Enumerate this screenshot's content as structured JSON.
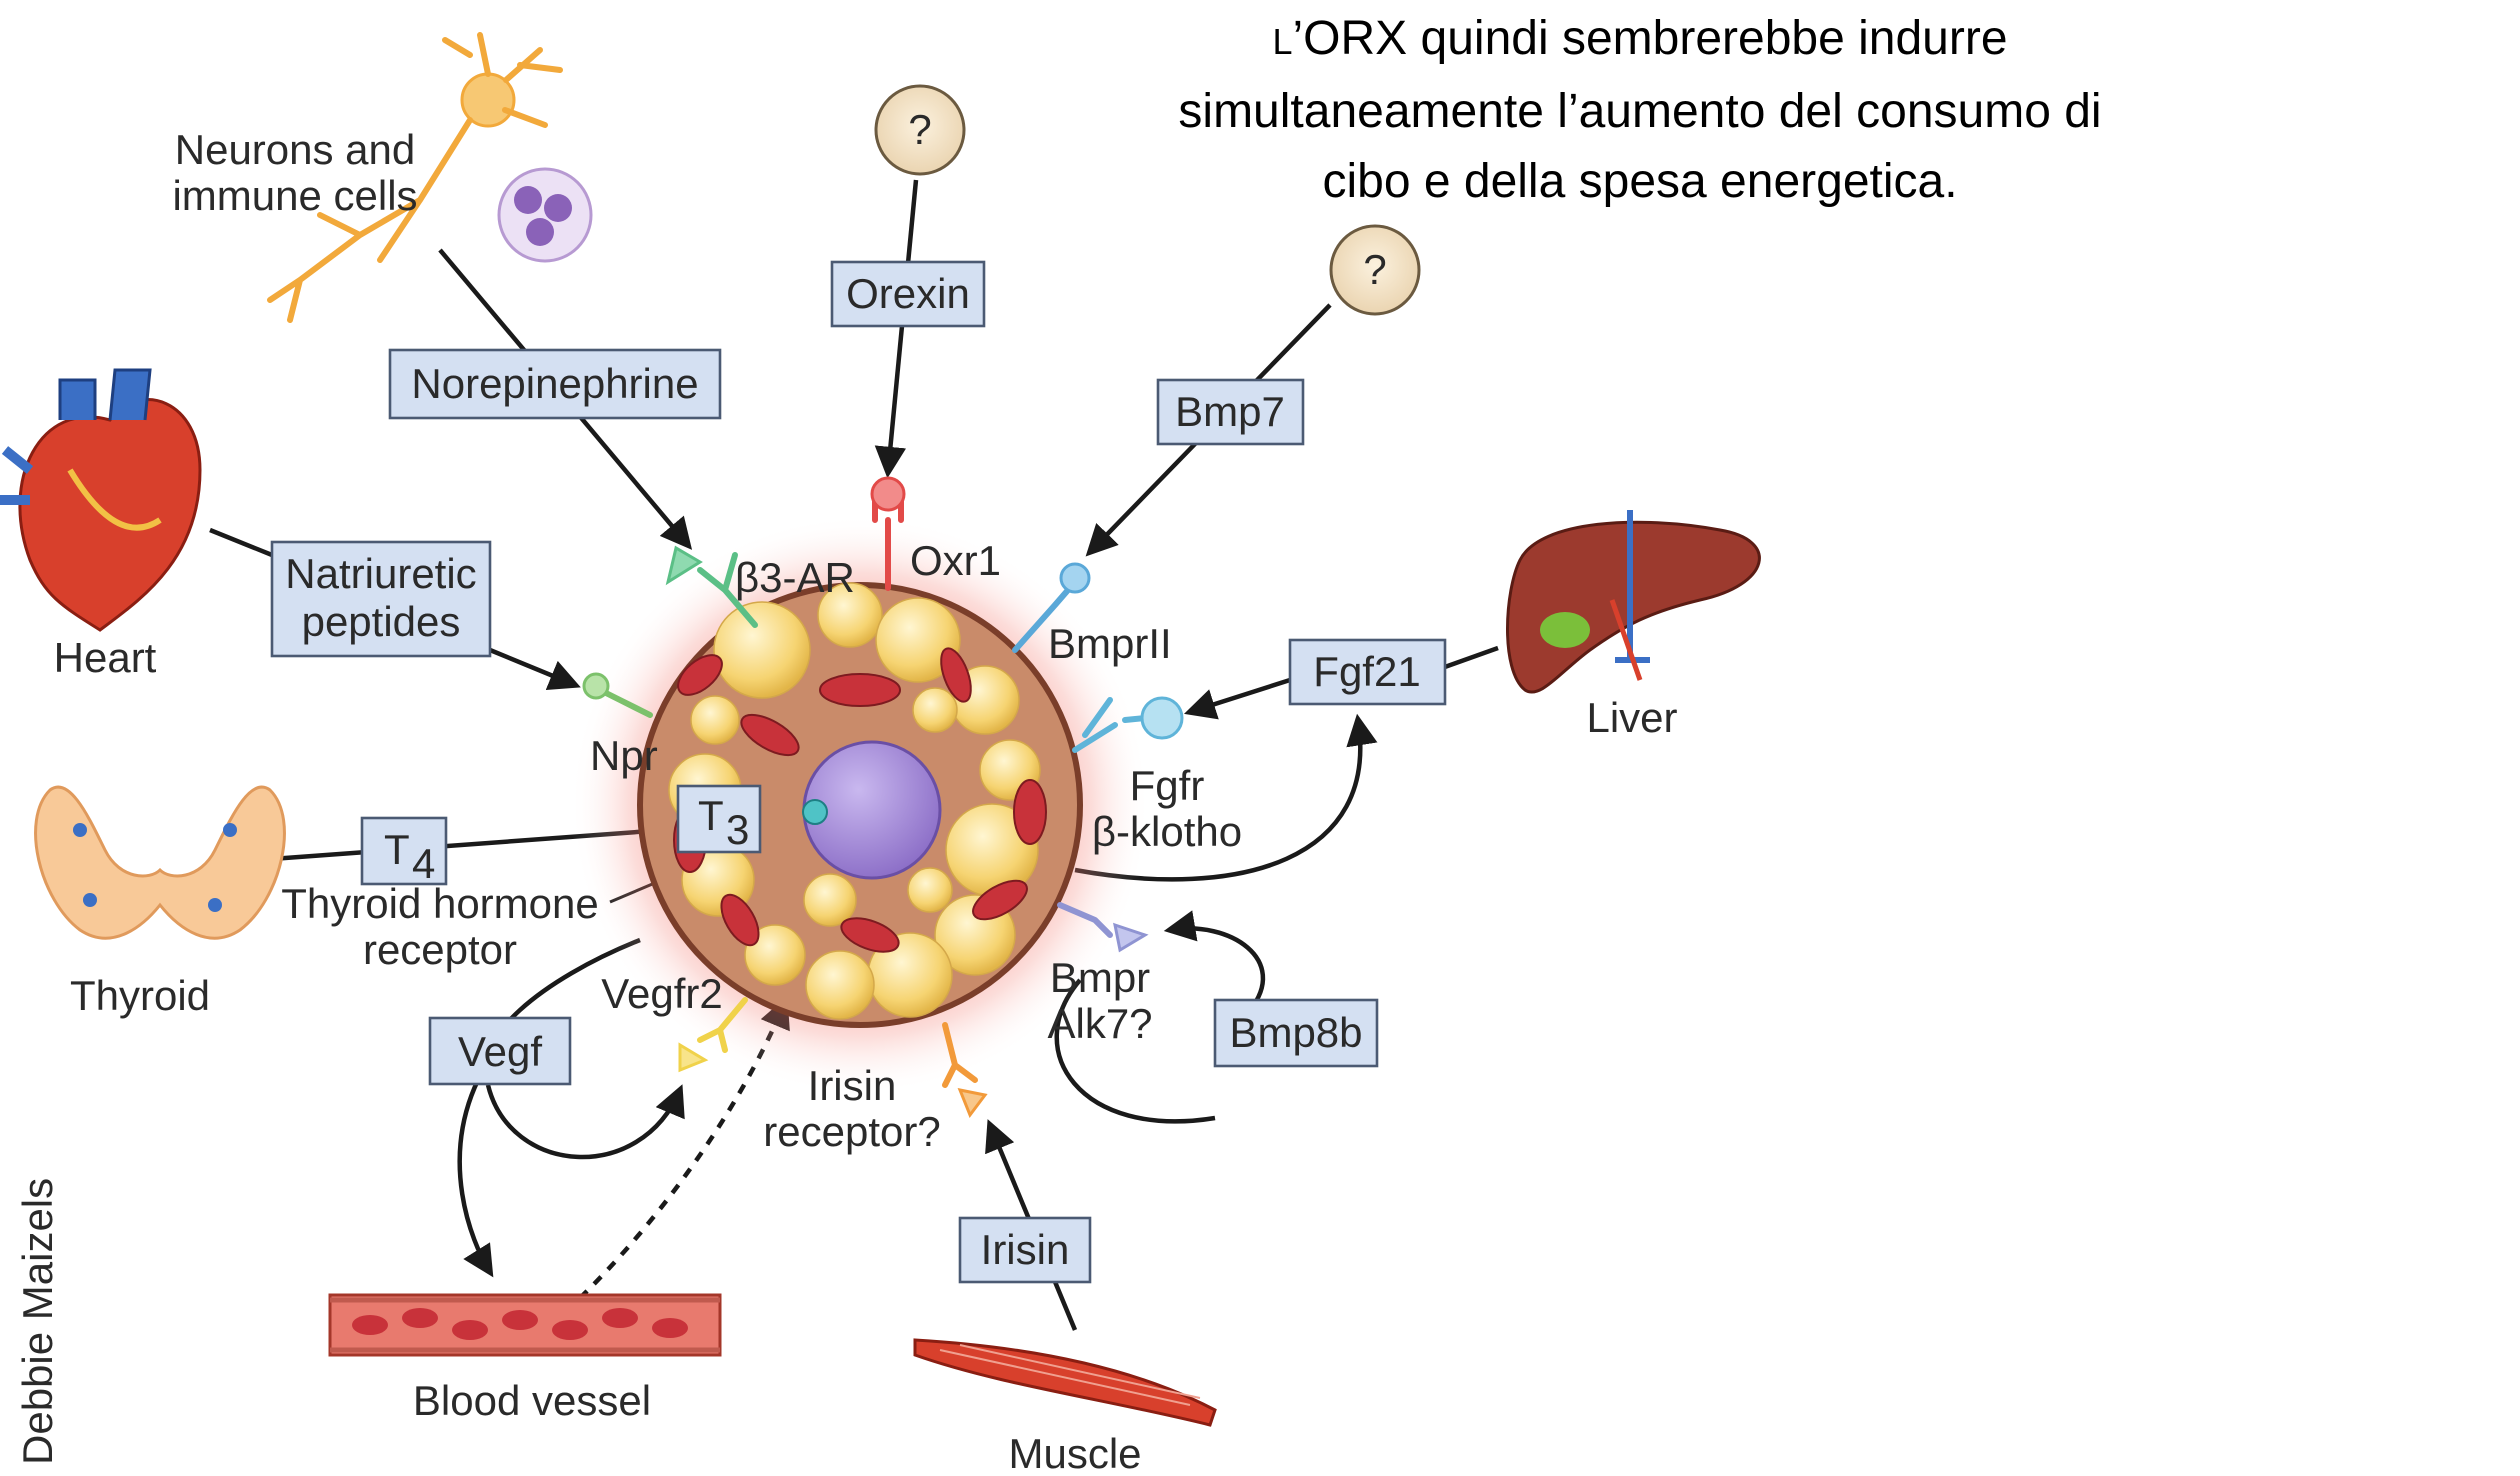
{
  "caption": {
    "first_letter": "L",
    "lines": [
      "’ORX quindi sembrerebbe indurre",
      "simultaneamente l’aumento del consumo di",
      "cibo e della spesa energetica."
    ]
  },
  "credit": "Debbie Maizels",
  "organs": {
    "neurons": [
      "Neurons and",
      "immune cells"
    ],
    "heart": "Heart",
    "thyroid": "Thyroid",
    "liver": "Liver",
    "blood_vessel": "Blood vessel",
    "muscle": "Muscle"
  },
  "unknown_sources": [
    "?",
    "?"
  ],
  "signals": {
    "norepinephrine": "Norepinephrine",
    "orexin": "Orexin",
    "bmp7": "Bmp7",
    "natriuretic": [
      "Natriuretic",
      "peptides"
    ],
    "fgf21": "Fgf21",
    "t4": {
      "base": "T",
      "sub": "4"
    },
    "t3": {
      "base": "T",
      "sub": "3"
    },
    "vegf": "Vegf",
    "bmp8b": "Bmp8b",
    "irisin": "Irisin"
  },
  "receptors": {
    "b3ar": "β3-AR",
    "oxr1": "Oxr1",
    "bmprii": "BmprII",
    "npr": "Npr",
    "fgfr": [
      "Fgfr",
      "β-klotho"
    ],
    "thyroid_receptor": [
      "Thyroid hormone",
      "receptor"
    ],
    "vegfr2": "Vegfr2",
    "bmpr": [
      "Bmpr",
      "Alk7?"
    ],
    "irisin_receptor": [
      "Irisin",
      "receptor?"
    ]
  },
  "colors": {
    "signal_box": "#d4e0f2",
    "box_border": "#4b5a73",
    "cell_glow": "#e8332a",
    "cell_body": "#c98b6a",
    "lipid": "#f6d472",
    "mitochondria": "#c8323a",
    "nucleus": "#9b7fd0",
    "neuron": "#f2a93b",
    "heart": "#d8402c",
    "liver": "#9c3a2e",
    "thyroid": "#f8c998",
    "unknown_circle": "#f3e2c6"
  }
}
